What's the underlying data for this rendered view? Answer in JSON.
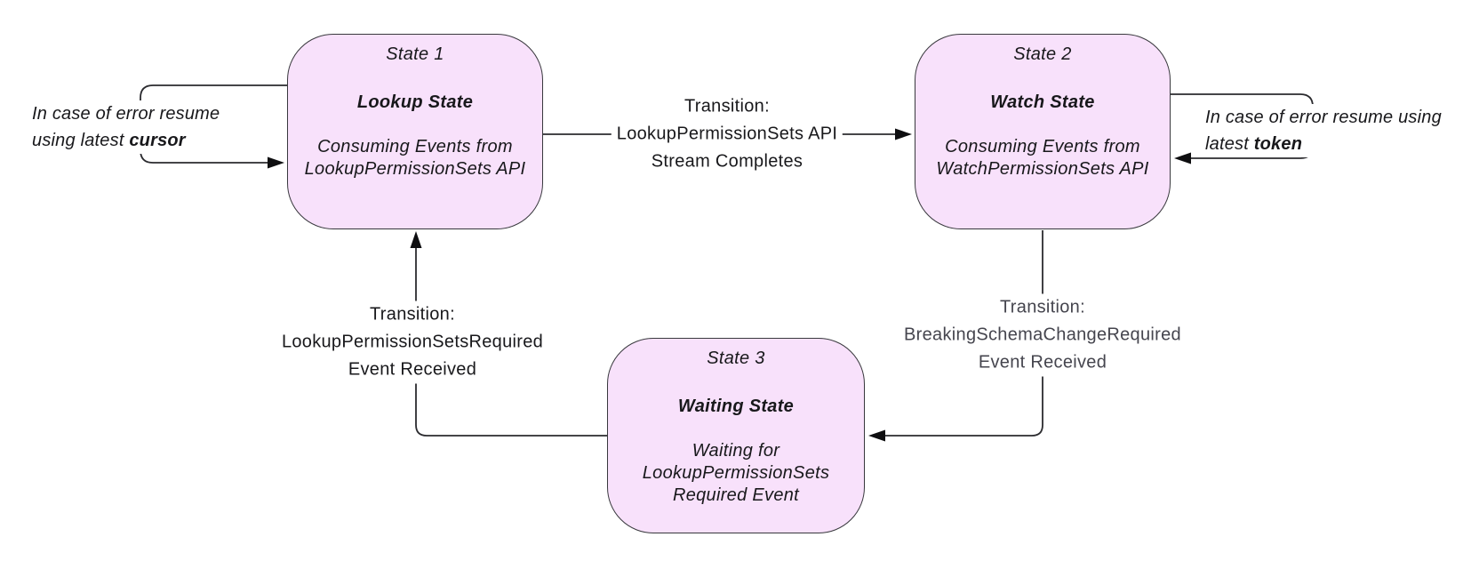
{
  "colors": {
    "box_fill": "#f8e1fb",
    "box_border": "#38383d",
    "line": "#2b2b2f",
    "arrow": "#0e0e10",
    "text": "#18181b",
    "muted_text": "#45454e"
  },
  "states": [
    {
      "title": "State 1",
      "name": "Lookup State",
      "desc": "Consuming Events from LookupPermissionSets API"
    },
    {
      "title": "State 2",
      "name": "Watch State",
      "desc": "Consuming Events from WatchPermissionSets API"
    },
    {
      "title": "State 3",
      "name": "Waiting State",
      "desc": "Waiting for LookupPermissionSets Required Event"
    }
  ],
  "transitions": {
    "lookup_to_watch": {
      "lines": [
        "Transition:",
        "LookupPermissionSets API",
        "Stream Completes"
      ]
    },
    "watch_to_waiting": {
      "lines": [
        "Transition:",
        "BreakingSchemaChangeRequired",
        "Event Received"
      ]
    },
    "waiting_to_lookup": {
      "lines": [
        "Transition:",
        "LookupPermissionSetsRequired",
        "Event Received"
      ]
    }
  },
  "annotations": {
    "cursor_note": {
      "prefix": "In case of error resume using latest ",
      "bold": "cursor"
    },
    "token_note": {
      "prefix": "In case of error resume using latest ",
      "bold": "token"
    }
  }
}
